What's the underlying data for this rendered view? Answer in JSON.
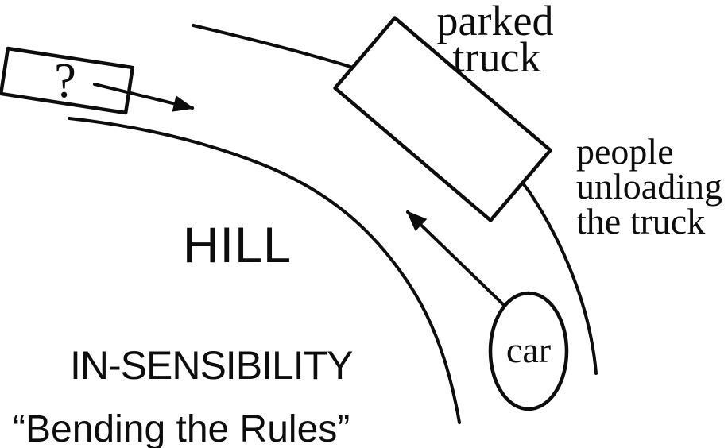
{
  "figure": {
    "type": "road-diagram",
    "background_color": "#ffffff",
    "ink_color": "#0d0d0d",
    "labels": {
      "unknown_vehicle": "?",
      "parked_truck": {
        "line1": "parked",
        "line2": "truck"
      },
      "people_unloading": {
        "line1": "people",
        "line2": "unloading",
        "line3": "the truck"
      },
      "hill": "HILL",
      "car": "car",
      "caption_title": "IN-SENSIBILITY",
      "caption_subtitle": "“Bending the Rules”"
    }
  }
}
